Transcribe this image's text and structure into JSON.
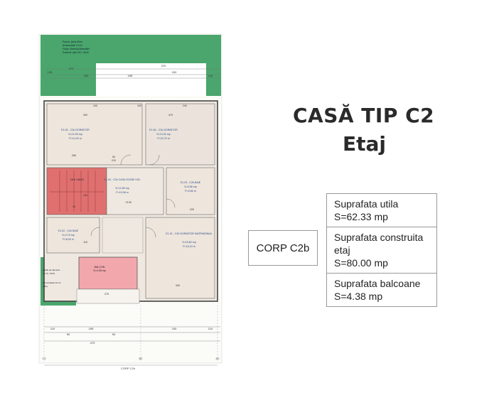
{
  "heading": {
    "line1": "CASĂ TIP C2",
    "line2": "Etaj"
  },
  "corp_label": "CORP C2b",
  "info_table": [
    {
      "label": "Suprafata utila",
      "value": "S=62.33  mp"
    },
    {
      "label": "Suprafata construita etaj",
      "value": "S=80.00  mp"
    },
    {
      "label": "Suprafata balcoane",
      "value": "S=4.38  mp"
    }
  ],
  "plan": {
    "rooms": [
      {
        "name": "E1.05 - C2b DORMITOR",
        "area": "S=12.99 mp",
        "perim": "P=14.00 m"
      },
      {
        "name": "E1.06 - C2b DORMITOR",
        "area": "S=13.32 mp",
        "perim": "P=15.70 m"
      },
      {
        "name": "E1.04 - C2b CASA SCARII HOL",
        "area": "S=12.89 mp",
        "perim": "P=15.98 m"
      },
      {
        "name": "E1.03 - C2b BAIE",
        "area": "S=5.56 mp",
        "perim": "P=9.60 m"
      },
      {
        "name": "E1.02 - C2b BAIE",
        "area": "S=3.75 mp",
        "perim": "P=8.00 m"
      },
      {
        "name": "E1.01 - C2b DORMITOR MATRIMONIAL",
        "area": "S=15.82 mp",
        "perim": "P=16.10 m"
      },
      {
        "name": "BALCON",
        "area": "S=4.38 mp"
      }
    ],
    "stair_label": "15 tr 18/29",
    "corp_bottom": "CORP C2b",
    "dims_top": [
      "370",
      "105",
      "300",
      "185",
      "240",
      "110",
      "470"
    ],
    "dims_bottom": [
      "110",
      "90",
      "185",
      "90",
      "240",
      "110",
      "470"
    ],
    "dims_inner": [
      "240",
      "100",
      "240",
      "300",
      "470",
      "280",
      "90",
      "210",
      "275",
      "340",
      "115",
      "153",
      "34",
      "225"
    ],
    "elev_marks": [
      "+3.00"
    ],
    "axis_labels": [
      "C2",
      "B2",
      "A2"
    ],
    "note_lines": [
      "Panoul: placa 60cm",
      "termoizolatie 10 cm",
      "Fixaje: Minerala Minerallier",
      "Subsolul: plak 10/1, 16/18"
    ],
    "balcon_note": [
      "profile de aluminiu",
      "cu TS, 70/70",
      "termoizolatie 10 cm",
      "sticla"
    ]
  }
}
